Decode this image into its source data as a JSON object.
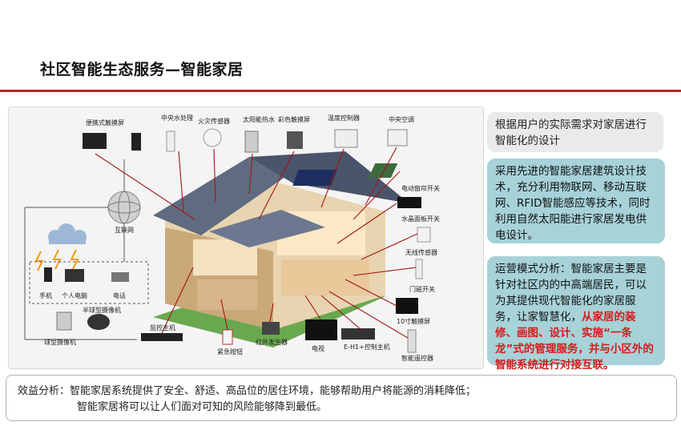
{
  "header": {
    "title": "社区智能生态服务—智能家居"
  },
  "diagram": {
    "labels": {
      "portable_touchscreen": "便携式触摸屏",
      "central_water": "中央水处理",
      "fire_sensor": "火灾传感器",
      "solar_water_heater": "太阳能热水",
      "color_touchscreen": "彩色触摸屏",
      "thermostat": "温度控制器",
      "central_ac": "中央空调",
      "internet": "互联网",
      "curtain_switch": "电动窗帘开关",
      "crystal_panel_switch": "水晶面板开关",
      "wireless_sensor": "无线传感器",
      "door_magnet": "门磁开关",
      "touchscreen_10": "10寸触摸屏",
      "phone": "手机",
      "pc": "个人电脑",
      "telephone": "电话",
      "hemispherical_camera": "半球型摄像机",
      "dome_camera": "球型摄像机",
      "main_controller": "监控主机",
      "emergency_button": "紧急按钮",
      "ir_transmitter": "红外发生器",
      "tv": "电视",
      "e_h1_controller": "E-H1+控制主机",
      "smart_remote": "智能遥控器"
    }
  },
  "side": {
    "box1": "根据用户的实际需求对家居进行智能化的设计",
    "box2": "采用先进的智能家居建筑设计技术，充分利用物联网、移动互联网、RFID智能感应等技术，同时利用自然太阳能进行家居发电供电设计。",
    "box3_normal": "运营模式分析：智能家居主要是针对社区内的中高端居民，可以为其提供现代智能化的家居服务，让家智慧化，",
    "box3_red": "从家居的装修、画图、设计、实施“一条龙”式的管理服务，并与小区外的智能系统进行对接互联。"
  },
  "bottom": {
    "line1": "效益分析：智能家居系统提供了安全、舒适、高品位的居住环境，能够帮助用户将能源的消耗降低；",
    "line2": "智能家居将可以让人们面对可知的风险能够降到最低。"
  },
  "colors": {
    "accent_red": "#b0282c",
    "teal_box": "#a6d2d8",
    "highlight_red": "#d61a1a"
  }
}
